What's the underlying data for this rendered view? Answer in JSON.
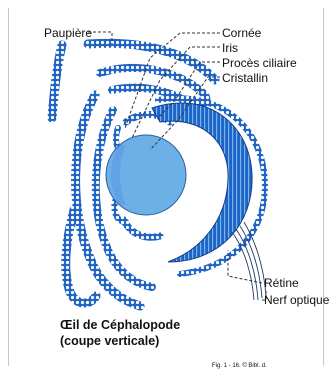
{
  "labels": {
    "paupiere": "Paupière",
    "cornee": "Cornée",
    "iris": "Iris",
    "proces": "Procès ciliaire",
    "cristallin": "Cristallin",
    "retine": "Rétine",
    "nerf": "Nerf optique"
  },
  "caption": {
    "line1": "Œil de Céphalopode",
    "line2": "(coupe verticale)"
  },
  "credit": "Fig. 1 - 16. © Bibl. d.",
  "colors": {
    "tissue": "#1e63c6",
    "tissue_light": "#5c9be3",
    "lens": "#6cb0e6",
    "line": "#333333"
  }
}
